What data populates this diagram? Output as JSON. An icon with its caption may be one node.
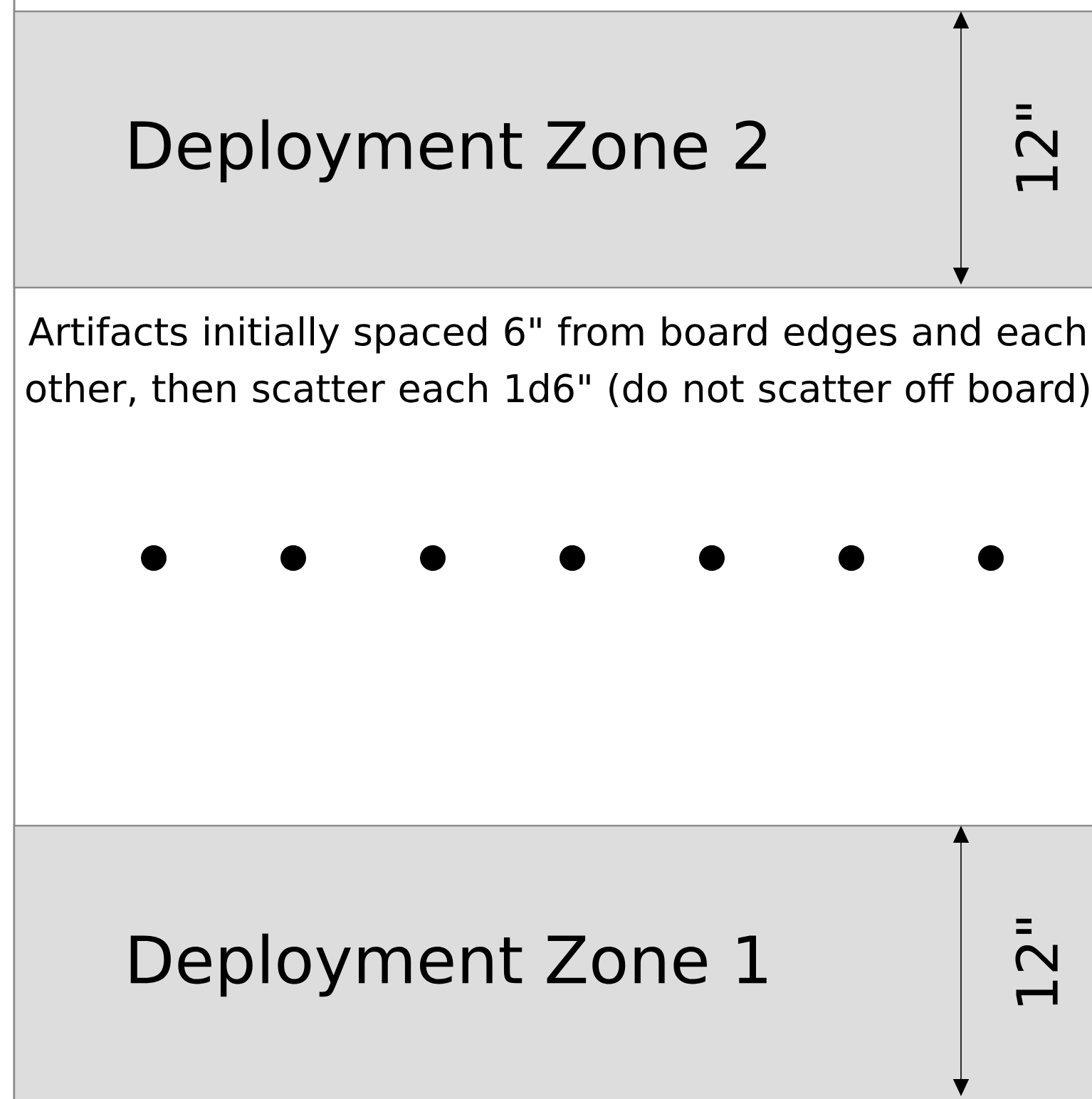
{
  "diagram": {
    "nodes": [
      {
        "text": [
          "Deployment Zone 2"
        ]
      },
      {
        "text": [
          "Deployment Zone 1"
        ]
      }
    ],
    "labels": [
      "12\"",
      "Artifacts initially spaced 6\" from board edges and each other, then scatter each 1d6\" (do not scatter off board)",
      "12\""
    ]
  }
}
